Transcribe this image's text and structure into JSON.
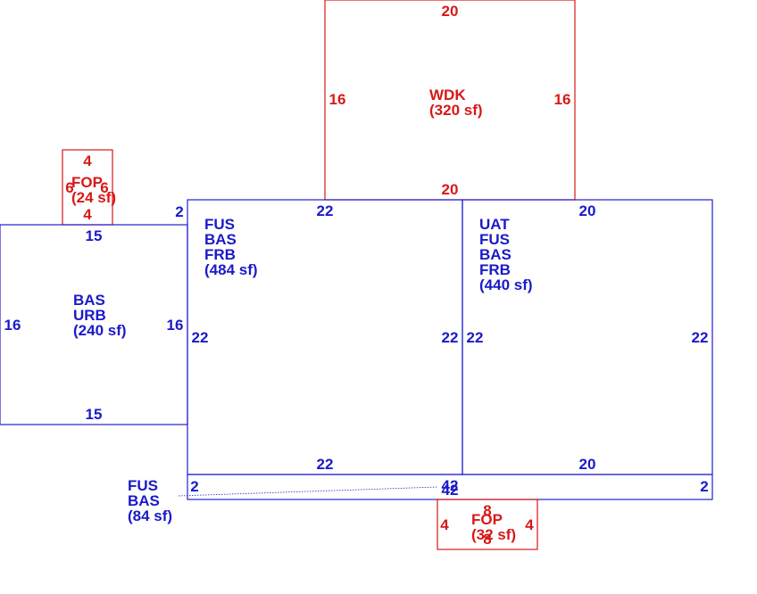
{
  "colors": {
    "living": "#1a1ac8",
    "exterior": "#d81818"
  },
  "areas": {
    "wdk": {
      "code": "WDK",
      "area": "(320 sf)",
      "dims": {
        "top": "20",
        "bottom": "20",
        "left": "16",
        "right": "16"
      }
    },
    "fop_small": {
      "code": "FOP",
      "area": "(24 sf)",
      "dims": {
        "top": "4",
        "bottom": "4",
        "left": "6",
        "right": "6"
      }
    },
    "left": {
      "codes": [
        "BAS",
        "URB"
      ],
      "area": "(240 sf)",
      "dims": {
        "top": "15",
        "bottom": "15",
        "left": "16",
        "right": "16"
      }
    },
    "center": {
      "codes": [
        "FUS",
        "BAS",
        "FRB"
      ],
      "area": "(484 sf)",
      "dims": {
        "top": "22",
        "bottom": "22",
        "left": "22",
        "right": "22",
        "corner": "2"
      }
    },
    "right": {
      "codes": [
        "UAT",
        "FUS",
        "BAS",
        "FRB"
      ],
      "area": "(440 sf)",
      "dims": {
        "top": "20",
        "bottom": "20",
        "left": "22",
        "right": "22"
      }
    },
    "strip": {
      "codes": [
        "FUS",
        "BAS"
      ],
      "area": "(84 sf)",
      "dims": {
        "left": "2",
        "right": "2",
        "top": "42",
        "bottom": "42"
      }
    },
    "fop_bottom": {
      "code": "FOP",
      "area": "(32 sf)",
      "dims": {
        "top": "8",
        "bottom": "8",
        "left": "4",
        "right": "4"
      }
    }
  }
}
